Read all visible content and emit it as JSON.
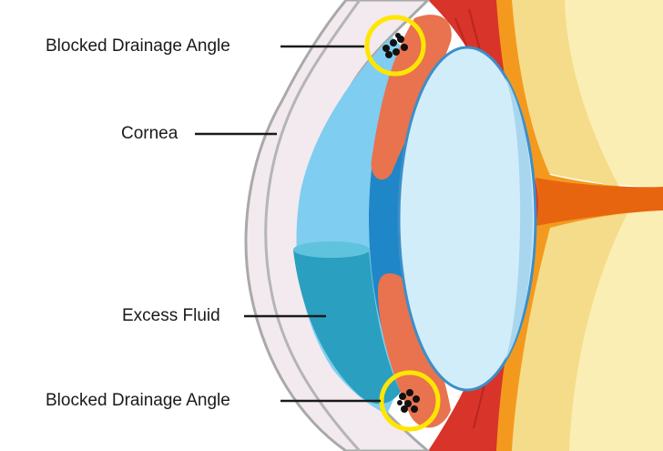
{
  "labels": {
    "blocked_top": "Blocked Drainage Angle",
    "cornea": "Cornea",
    "excess_fluid": "Excess Fluid",
    "blocked_bottom": "Blocked Drainage Angle"
  },
  "colors": {
    "background": "#ffffff",
    "vitreous": "#fbeeb4",
    "vitreous_shadow": "#f4d77c",
    "retina_orange": "#f39a1e",
    "optic_nerve": "#e8650f",
    "muscle_red": "#d8342a",
    "iris": "#e8734e",
    "lens": "#d2edfa",
    "lens_outline": "#3b8fc9",
    "aqueous_dark": "#1f86c8",
    "aqueous_light": "#7fcdf0",
    "fluid_teal": "#2a9fc0",
    "cornea_outer": "#f2eaee",
    "cornea_stroke": "#a9a9a9",
    "highlight_ring": "#ffe600",
    "blockage_dots": "#111111"
  }
}
